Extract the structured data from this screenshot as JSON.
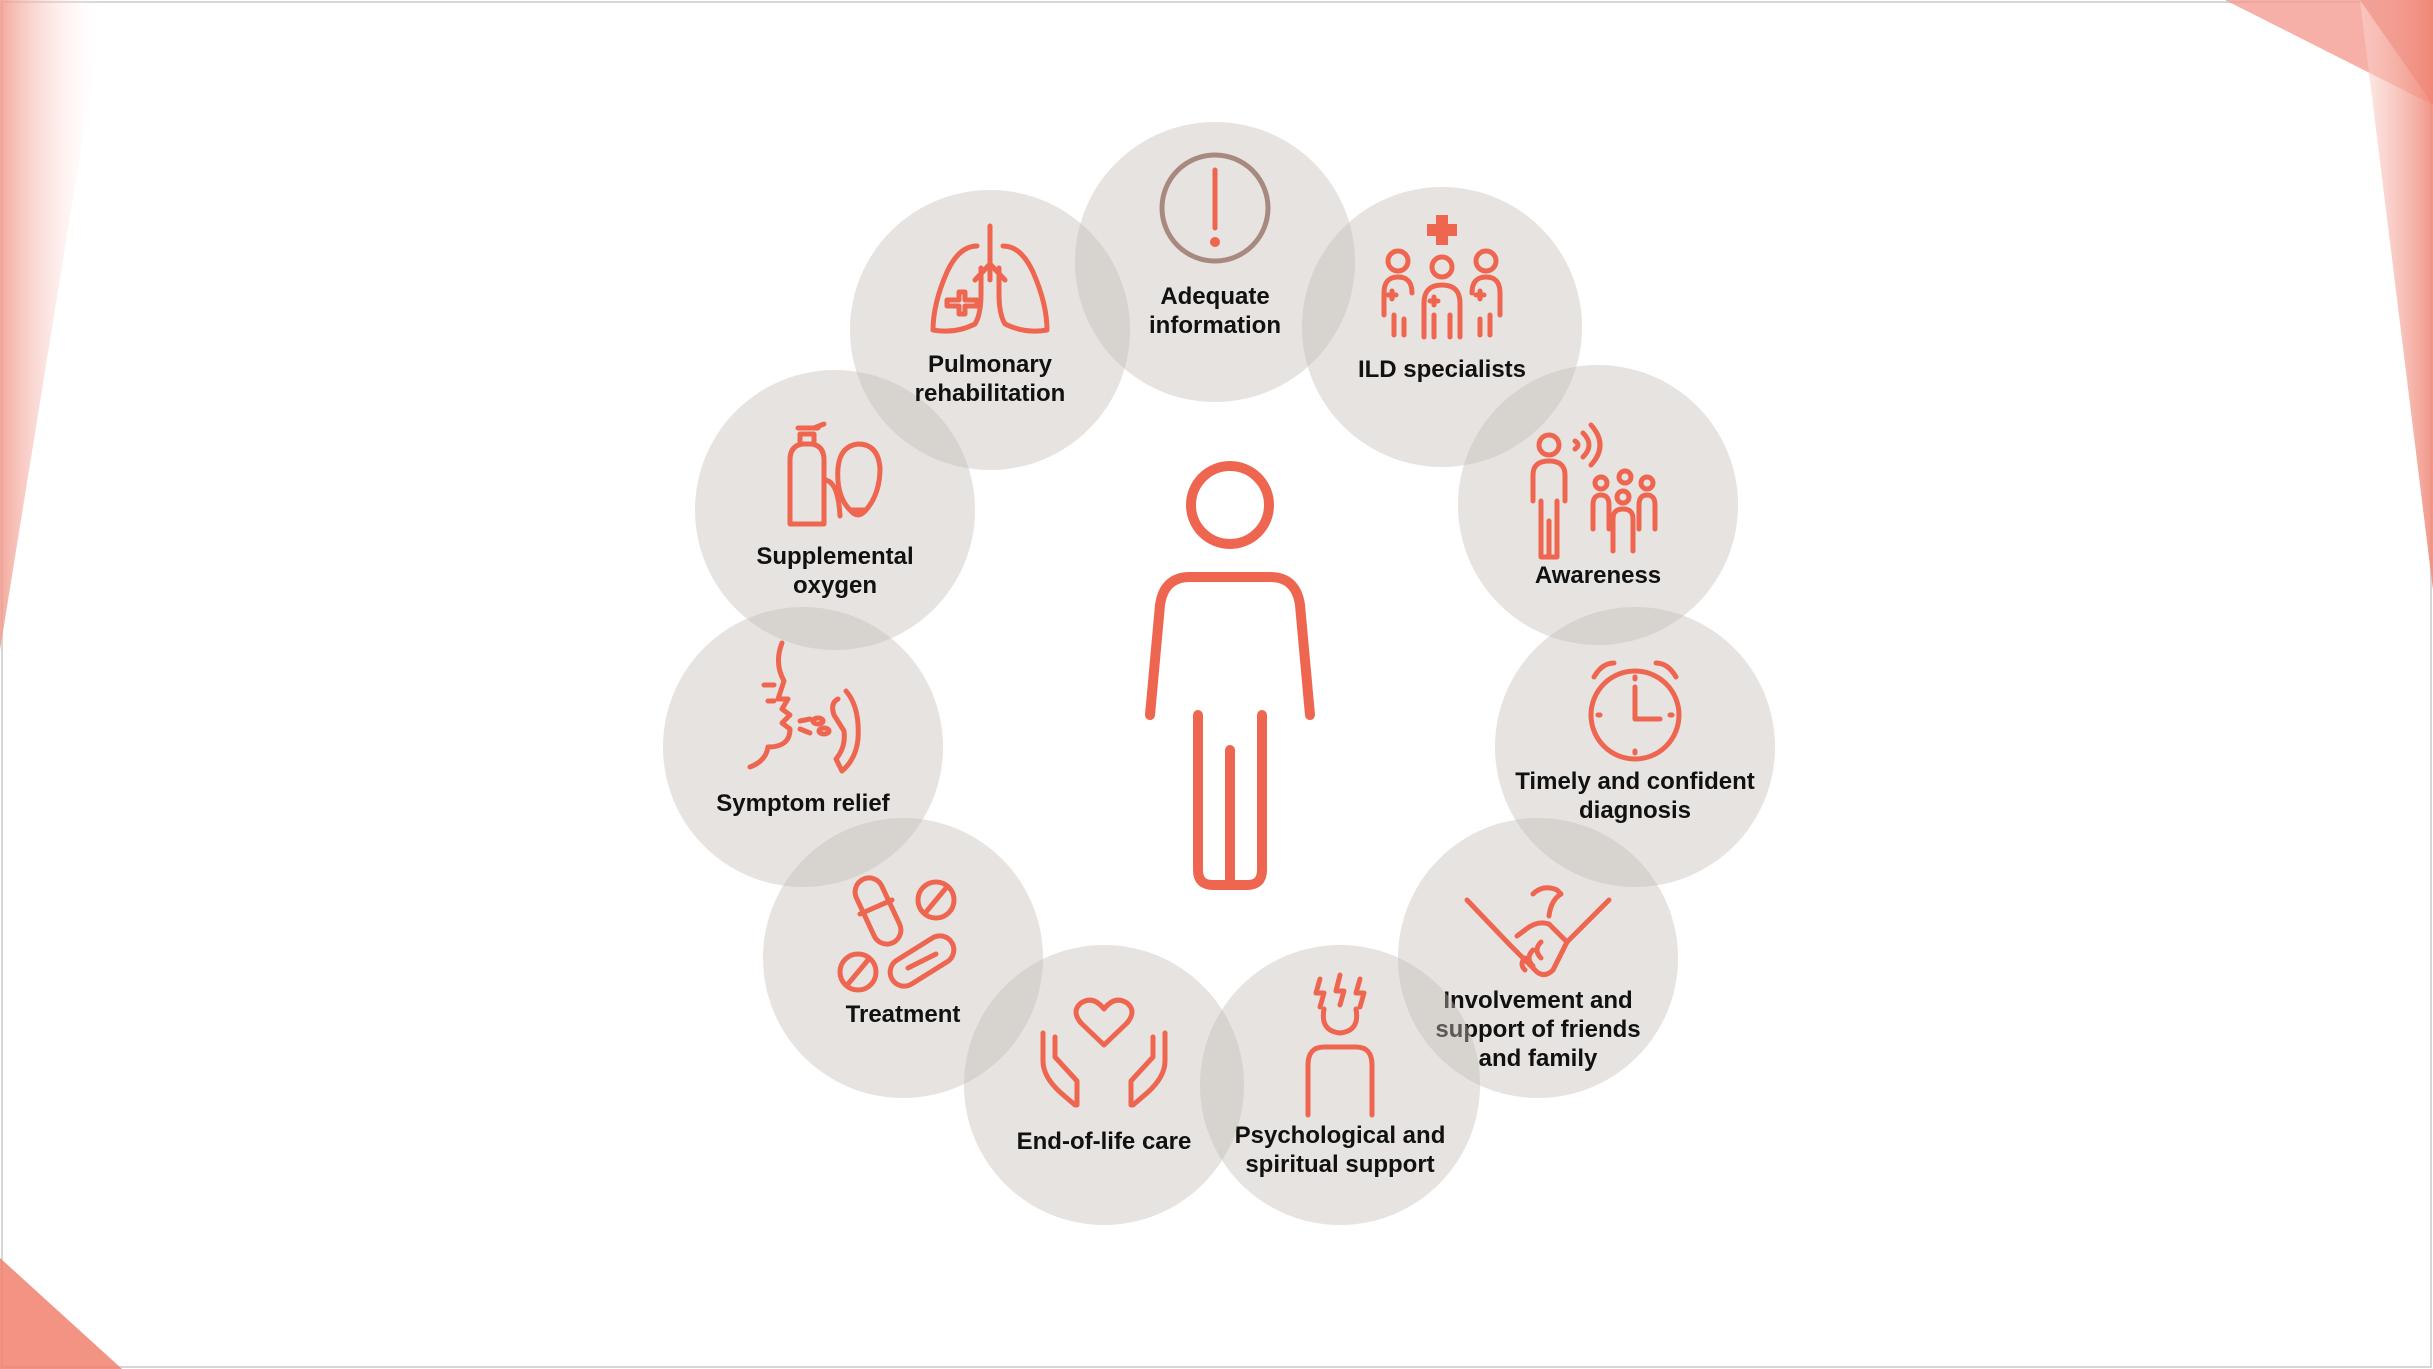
{
  "diagram": {
    "accent_color": "#ef6650",
    "node_fill": "#cbc4bf",
    "center_icon": "patient-person-icon",
    "nodes": [
      {
        "id": "adequate-information",
        "label": "Adequate\ninformation",
        "icon": "exclamation-icon"
      },
      {
        "id": "ild-specialists",
        "label": "ILD specialists",
        "icon": "medical-team-icon"
      },
      {
        "id": "awareness",
        "label": "Awareness",
        "icon": "speaker-audience-icon"
      },
      {
        "id": "timely-diagnosis",
        "label": "Timely and confident\ndiagnosis",
        "icon": "alarm-clock-icon"
      },
      {
        "id": "involvement-support",
        "label": "Involvement and\nsupport of friends\nand family",
        "icon": "handshake-icon"
      },
      {
        "id": "psychological-support",
        "label": "Psychological and\nspiritual support",
        "icon": "stressed-person-icon"
      },
      {
        "id": "end-of-life-care",
        "label": "End-of-life care",
        "icon": "hands-heart-icon"
      },
      {
        "id": "treatment",
        "label": "Treatment",
        "icon": "pills-icon"
      },
      {
        "id": "symptom-relief",
        "label": "Symptom relief",
        "icon": "cough-icon"
      },
      {
        "id": "supplemental-oxygen",
        "label": "Supplemental\noxygen",
        "icon": "oxygen-tank-icon"
      },
      {
        "id": "pulmonary-rehabilitation",
        "label": "Pulmonary\nrehabilitation",
        "icon": "lungs-icon"
      }
    ]
  }
}
